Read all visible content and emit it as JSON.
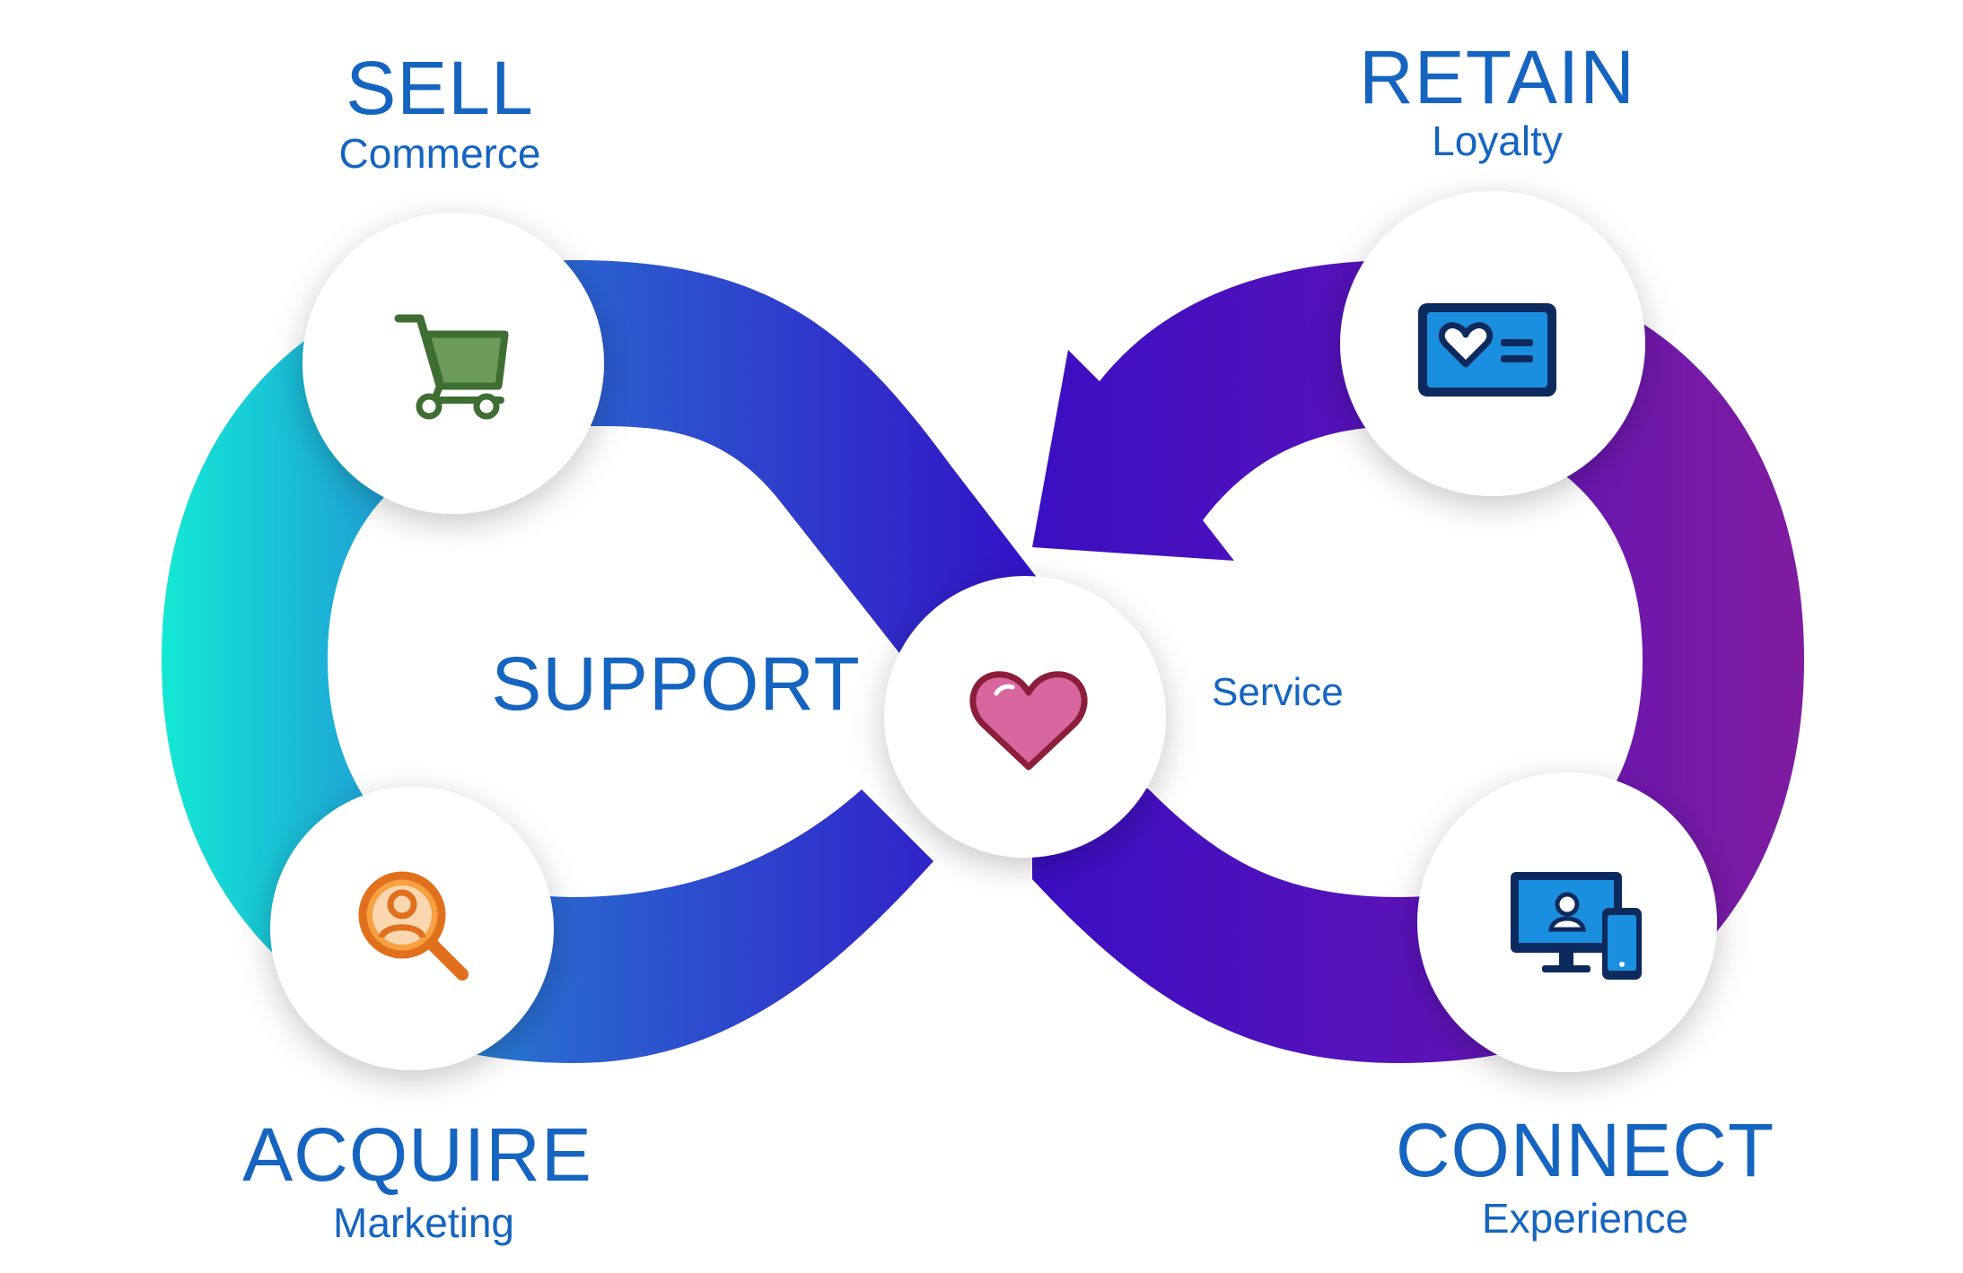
{
  "colors": {
    "teal": "#14e2d0",
    "blue": "#2a5bd0",
    "indigo": "#3014c4",
    "violet": "#4b10bc",
    "purple": "#7a1aa0",
    "text": "#1565c0",
    "cart_green": "#6b9a5a",
    "acquire_orange": "#f08a3a",
    "heart_pink": "#d867a0",
    "heart_outline": "#8b1f3a",
    "icon_blue": "#1a8fe0",
    "icon_navy": "#0d2a5e"
  },
  "stages": {
    "sell": {
      "title": "SELL",
      "subtitle": "Commerce",
      "icon": "shopping-cart-icon"
    },
    "retain": {
      "title": "RETAIN",
      "subtitle": "Loyalty",
      "icon": "loyalty-card-icon"
    },
    "acquire": {
      "title": "ACQUIRE",
      "subtitle": "Marketing",
      "icon": "person-search-icon"
    },
    "connect": {
      "title": "CONNECT",
      "subtitle": "Experience",
      "icon": "devices-icon"
    },
    "support": {
      "title": "SUPPORT",
      "subtitle": "Service",
      "icon": "heart-icon"
    }
  }
}
